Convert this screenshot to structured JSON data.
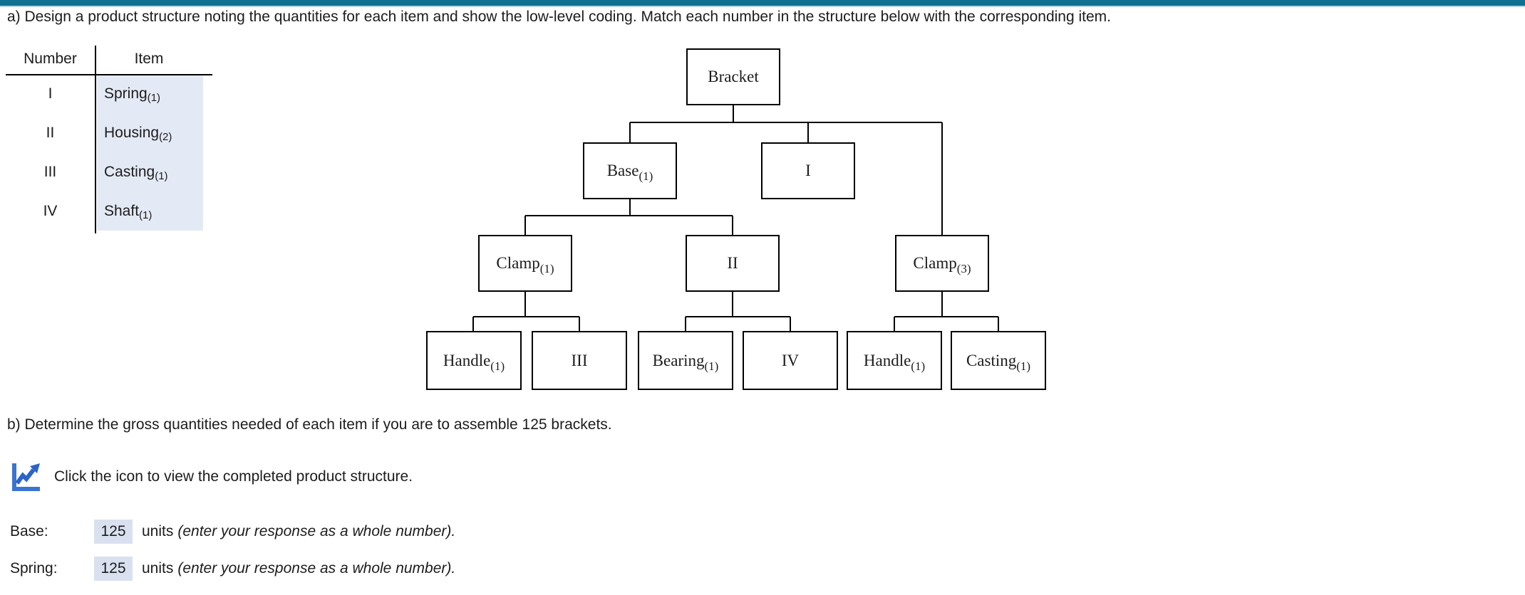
{
  "colors": {
    "top_bar": "#0f7090",
    "table_highlight": "#e4eaf5",
    "answer_highlight": "#d9e1f0",
    "icon_blue": "#2f6bcd"
  },
  "question_a": "a) Design a product structure noting the quantities for each item and show the low-level coding. Match each number in the structure below with the corresponding item.",
  "match_table": {
    "col_number": "Number",
    "col_item": "Item",
    "rows": [
      {
        "number": "I",
        "item": "Spring",
        "qty": "(1)"
      },
      {
        "number": "II",
        "item": "Housing",
        "qty": "(2)"
      },
      {
        "number": "III",
        "item": "Casting",
        "qty": "(1)"
      },
      {
        "number": "IV",
        "item": "Shaft",
        "qty": "(1)"
      }
    ]
  },
  "tree": {
    "bracket": {
      "label": "Bracket",
      "sub": ""
    },
    "base": {
      "label": "Base",
      "sub": "(1)"
    },
    "num1": {
      "label": "I",
      "sub": ""
    },
    "clamp1": {
      "label": "Clamp",
      "sub": "(1)"
    },
    "num2": {
      "label": "II",
      "sub": ""
    },
    "clamp3": {
      "label": "Clamp",
      "sub": "(3)"
    },
    "handleL": {
      "label": "Handle",
      "sub": "(1)"
    },
    "num3": {
      "label": "III",
      "sub": ""
    },
    "bearing": {
      "label": "Bearing",
      "sub": "(1)"
    },
    "num4": {
      "label": "IV",
      "sub": ""
    },
    "handleR": {
      "label": "Handle",
      "sub": "(1)"
    },
    "casting": {
      "label": "Casting",
      "sub": "(1)"
    }
  },
  "question_b": "b) Determine the gross quantities needed of each item if you are to assemble 125 brackets.",
  "icon_hint": "Click the icon to view the completed product structure.",
  "icon": "chart-line-icon",
  "answers": [
    {
      "label": "Base:",
      "value": "125",
      "units": "units",
      "hint": "(enter your response as a whole number)."
    },
    {
      "label": "Spring:",
      "value": "125",
      "units": "units",
      "hint": "(enter your response as a whole number)."
    }
  ]
}
